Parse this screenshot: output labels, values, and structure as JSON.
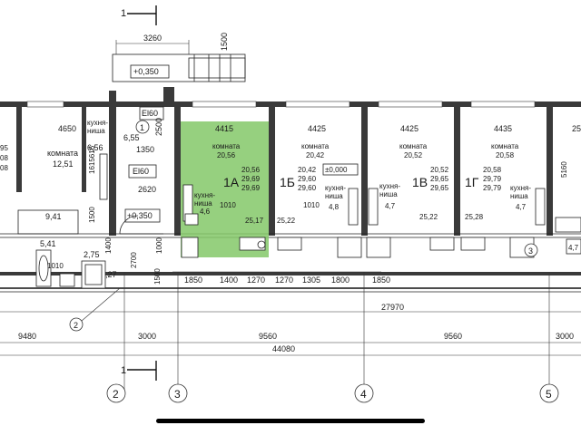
{
  "section_mark": {
    "number": "1"
  },
  "top": {
    "dim_width": "3260",
    "dim_height": "1500",
    "level": "+0,350"
  },
  "axis_marks": {
    "a1": "1",
    "a2": "2",
    "a3": "3",
    "a4": "4",
    "a5": "5",
    "a3b": "3"
  },
  "left_rooms": {
    "komnata_dim": "4650",
    "komnata_label": "комната",
    "komnata_area": "12,51",
    "kitchen_label": "кухня-\nниша",
    "kitchen_area": "6,56",
    "kitchen_dims": "1615616",
    "hall_area": "6,55",
    "corridor_area": "9,41",
    "bath_area": "5,41",
    "wc_area": "2,75",
    "wc2_area": "2,27",
    "cut_values": [
      "95",
      "08",
      "08"
    ]
  },
  "stair": {
    "el1": "El60",
    "el2": "El60",
    "d1350": "1350",
    "d2500": "2500",
    "d2620": "2620",
    "level": "+0,350",
    "d1500": "1500",
    "d1400": "1400",
    "d2700": "2700",
    "d1000": "1000",
    "d1010": "1010",
    "d1500b": "1500"
  },
  "apartments": [
    {
      "code": "1А",
      "dim_top": "4415",
      "room_label": "комната",
      "room_area": "20,56",
      "areas": [
        "20,56",
        "29,69",
        "29,69"
      ],
      "kitchen_label": "кухня-\nниша",
      "kitchen_area": "4,6",
      "door": "1010",
      "hall_area": "25,17"
    },
    {
      "code": "1Б",
      "dim_top": "4425",
      "room_label": "комната",
      "room_area": "20,42",
      "areas": [
        "20,42",
        "29,60",
        "29,60"
      ],
      "level": "±0,000",
      "kitchen_label": "кухня-\nниша",
      "kitchen_area": "4,8",
      "door": "1010",
      "hall_area": "25,22"
    },
    {
      "code": "1В",
      "dim_top": "4425",
      "room_label": "комната",
      "room_area": "20,52",
      "areas": [
        "20,52",
        "29,65",
        "29,65"
      ],
      "kitchen_label": "кухня-\nниша",
      "kitchen_area": "4,7",
      "hall_area": "25,22"
    },
    {
      "code": "1Г",
      "dim_top": "4435",
      "room_label": "комната",
      "room_area": "20,58",
      "areas": [
        "20,58",
        "29,79",
        "29,79"
      ],
      "kitchen_label": "кухня-\nниша",
      "kitchen_area": "4,7",
      "hall_area": "25,28"
    }
  ],
  "right_edge": {
    "dim": "5160",
    "partial": "25",
    "partial_area": "4,7"
  },
  "bottom_dims": {
    "row1": [
      "1850",
      "1400",
      "1270",
      "1270",
      "1305",
      "1800",
      "1850"
    ],
    "total1": "27970",
    "row2": [
      "9480",
      "3000",
      "9560",
      "9560",
      "3000"
    ],
    "total2": "44080",
    "d1010": "1010"
  },
  "highlight_color": "#84c868"
}
